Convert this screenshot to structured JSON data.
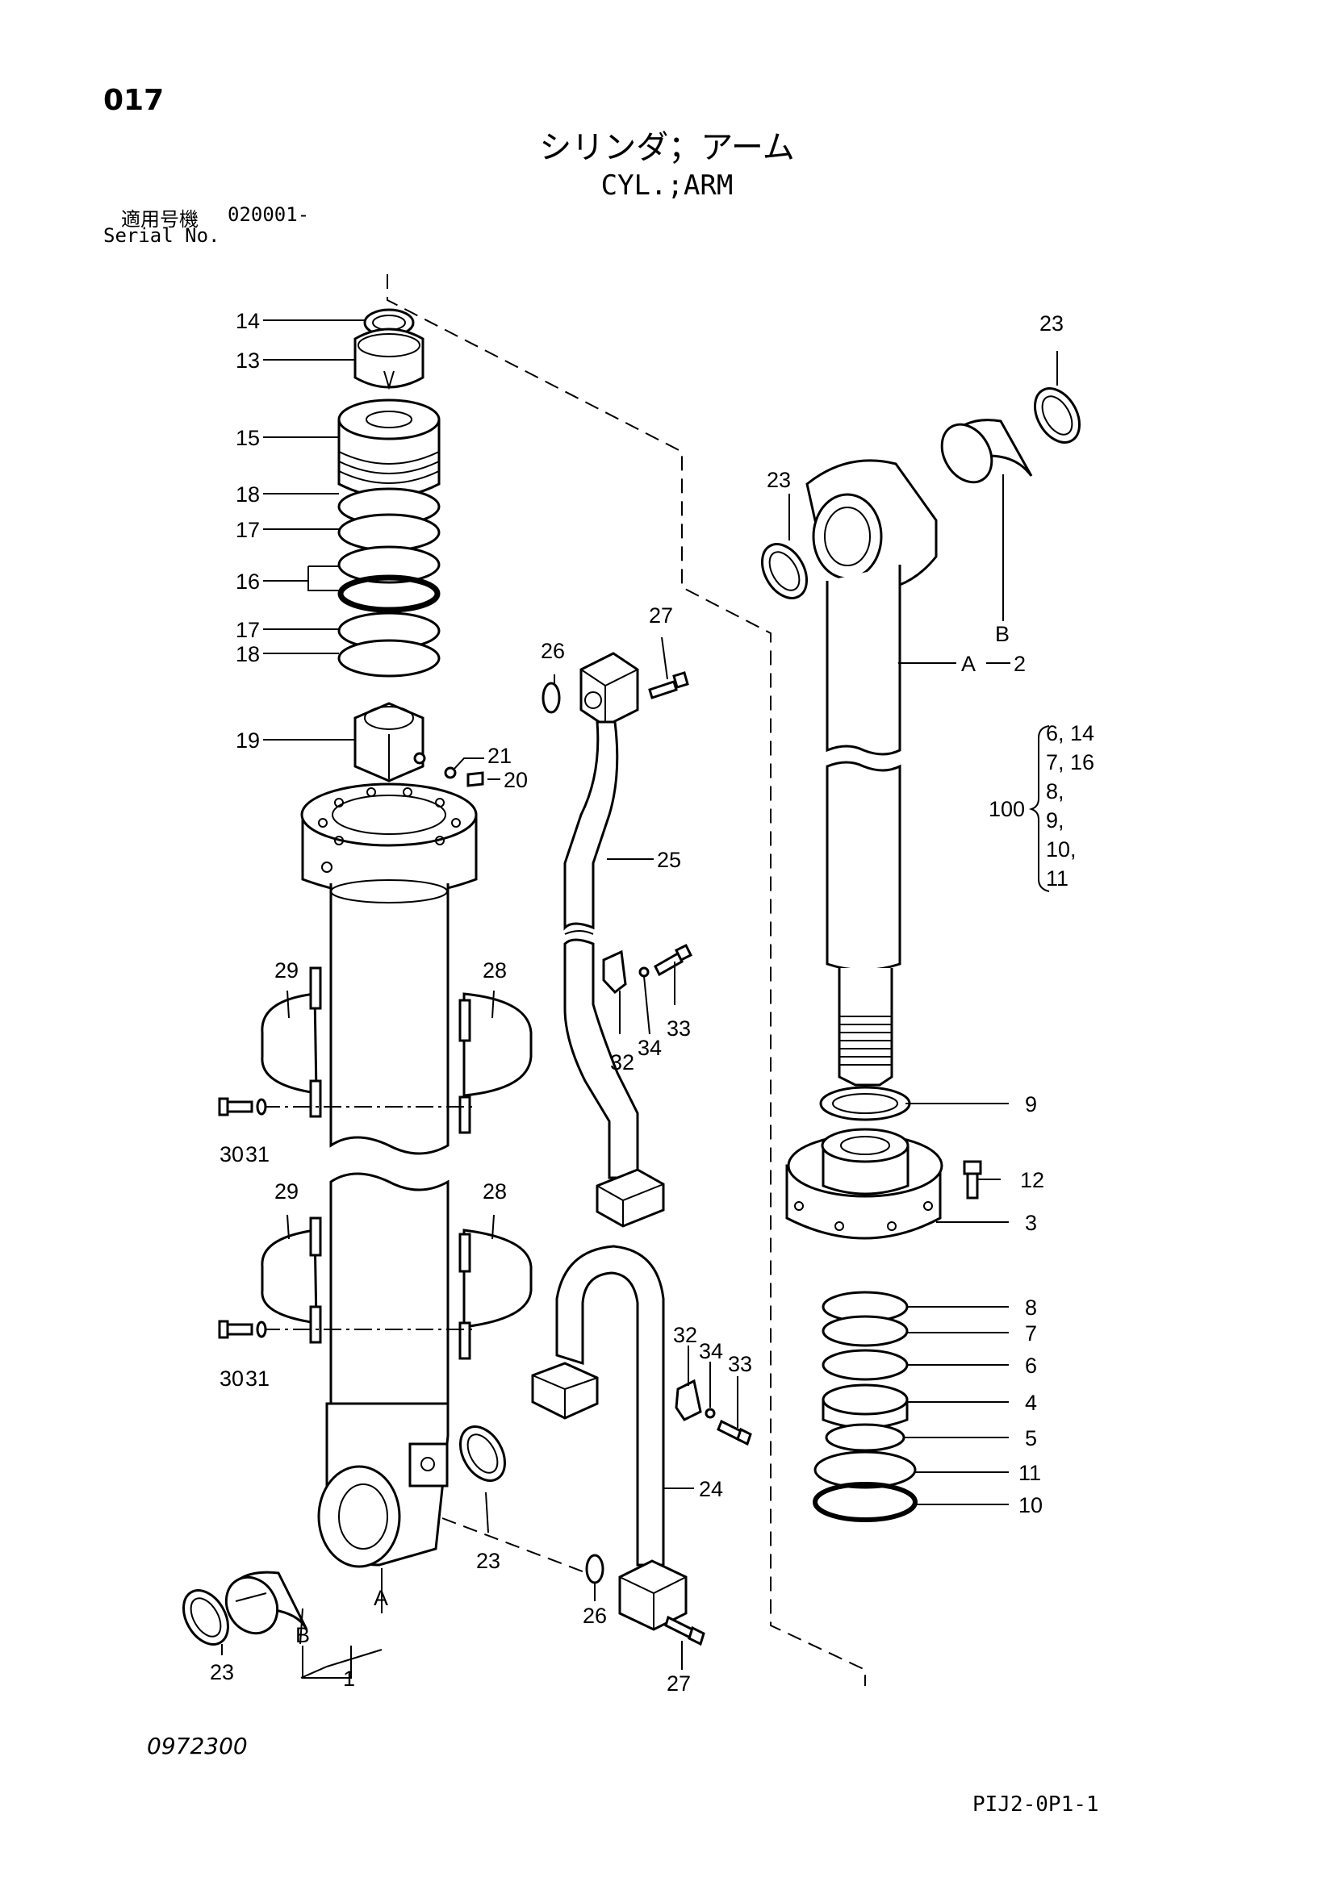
{
  "page": {
    "number": "017",
    "title_jp": "シリンダ；アーム",
    "title_en": "CYL.;ARM",
    "serial_label_jp": "適用号機",
    "serial_value": "020001-",
    "serial_label_en": "Serial No.",
    "reference_code": "0972300",
    "sheet_code": "PIJ2-0P1-1"
  },
  "callouts": {
    "c14": "14",
    "c13": "13",
    "c15": "15",
    "c18a": "18",
    "c17a": "17",
    "c16": "16",
    "c17b": "17",
    "c18b": "18",
    "c19": "19",
    "c21": "21",
    "c20": "20",
    "c29a": "29",
    "c28a": "28",
    "c30a": "30",
    "c31a": "31",
    "c29b": "29",
    "c28b": "28",
    "c30b": "30",
    "c31b": "31",
    "c23a": "23",
    "c23b": "23",
    "cA1": "A",
    "cB1": "B",
    "c1": "1",
    "c26a": "26",
    "c27a": "27",
    "c25": "25",
    "c32a": "32",
    "c34a": "34",
    "c33a": "33",
    "c32b": "32",
    "c34b": "34",
    "c33b": "33",
    "c24": "24",
    "c26b": "26",
    "c27b": "27",
    "c23c": "23",
    "c23d": "23",
    "cB2": "B",
    "cA2": "A",
    "c2": "2",
    "c100": "100",
    "g1": "6, 14",
    "g2": "7, 16",
    "g3": "8,",
    "g4": "9,",
    "g5": "10,",
    "g6": "11",
    "c9": "9",
    "c12": "12",
    "c3": "3",
    "c8": "8",
    "c7": "7",
    "c6": "6",
    "c4": "4",
    "c5": "5",
    "c11": "11",
    "c10": "10"
  }
}
